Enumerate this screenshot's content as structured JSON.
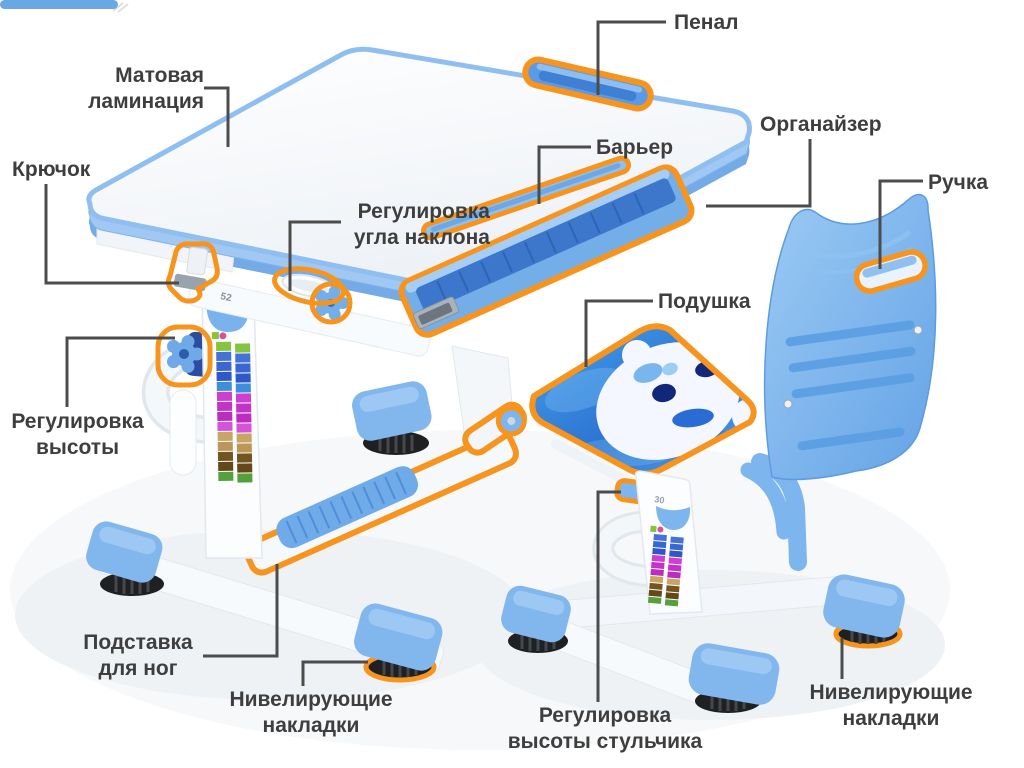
{
  "page": {
    "background": "#ffffff"
  },
  "labels": {
    "pencil_case": "Пенал",
    "matte_lamination": "Матовая\nламинация",
    "hook": "Крючок",
    "tilt_adjustment": "Регулировка\nугла наклона",
    "barrier": "Барьер",
    "organizer": "Органайзер",
    "handle": "Ручка",
    "cushion": "Подушка",
    "height_adjustment": "Регулировка\nвысоты",
    "footrest": "Подставка\nдля ног",
    "leveling_pads_desk": "Нивелирующие\nнакладки",
    "chair_height_adjustment": "Регулировка\nвысоты стульчика",
    "leveling_pads_chair": "Нивелирующие\nнакладки"
  },
  "marks": {
    "desk_height_scale_top": "52",
    "chair_height_scale_top": "30"
  },
  "colors": {
    "highlight_orange": "#f7941e",
    "furniture_blue": "#7db6ee",
    "furniture_blue_light": "#a9cff5",
    "tray_blue_dark": "#3c77cc",
    "cushion_blue": "#2e79d4",
    "bear_face_white": "#f4f7ff",
    "label_text": "#3e3e3e",
    "leader_line": "#4c4c4c",
    "pad_black": "#1f2022",
    "white_furniture": "#fbfdfe"
  }
}
